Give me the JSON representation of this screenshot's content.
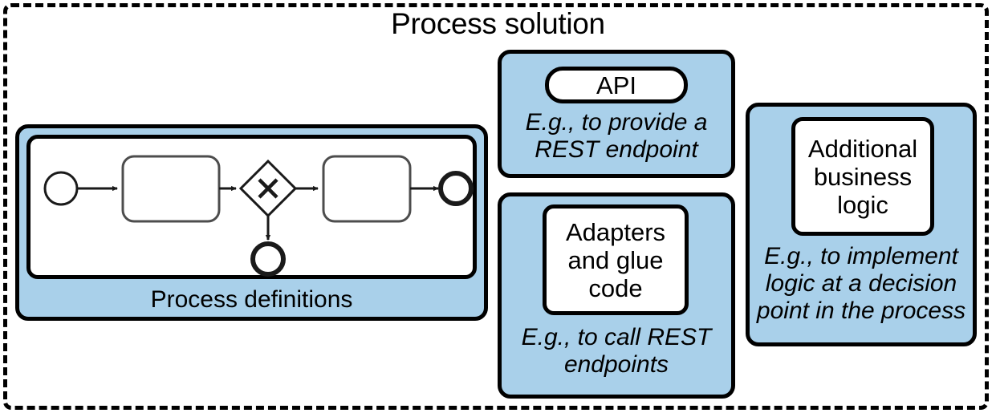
{
  "diagram": {
    "title": "Process solution",
    "container_style": "dashed-border",
    "accent_color": "#a9d0ea",
    "line_color": "#000000",
    "background_color": "#ffffff"
  },
  "cards": {
    "process_definitions": {
      "footer_label": "Process definitions",
      "bpmn": {
        "elements": [
          {
            "id": "start-event",
            "type": "start-event",
            "shape": "circle-thin"
          },
          {
            "id": "task-1",
            "type": "task",
            "shape": "rounded-rectangle"
          },
          {
            "id": "gateway-1",
            "type": "exclusive-gateway",
            "shape": "diamond-with-x"
          },
          {
            "id": "task-2",
            "type": "task",
            "shape": "rounded-rectangle"
          },
          {
            "id": "end-event",
            "type": "end-event",
            "shape": "circle-thick"
          },
          {
            "id": "end-event-2",
            "type": "end-event",
            "shape": "circle-thick"
          }
        ],
        "flows": [
          {
            "from": "start-event",
            "to": "task-1"
          },
          {
            "from": "task-1",
            "to": "gateway-1"
          },
          {
            "from": "gateway-1",
            "to": "task-2"
          },
          {
            "from": "task-2",
            "to": "end-event"
          },
          {
            "from": "gateway-1",
            "to": "end-event-2"
          }
        ]
      }
    },
    "api": {
      "heading": "API",
      "note": "E.g., to provide a\nREST endpoint"
    },
    "adapters": {
      "heading": "Adapters\nand glue\ncode",
      "note": "E.g., to call REST\nendpoints"
    },
    "additional_business_logic": {
      "heading": "Additional\nbusiness\nlogic",
      "note": "E.g., to implement\nlogic at a decision\npoint in the process"
    }
  }
}
